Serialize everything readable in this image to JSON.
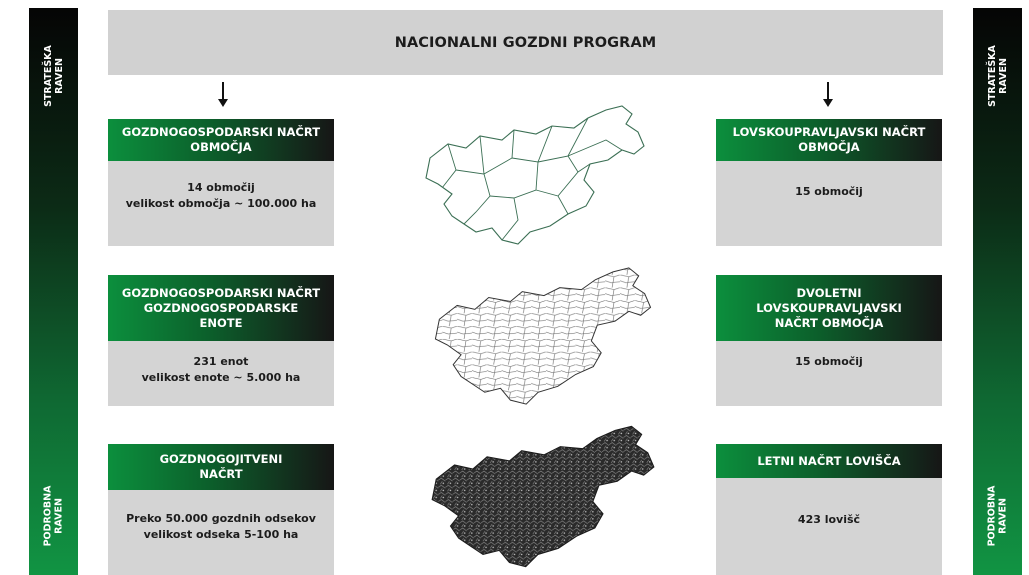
{
  "side_labels": {
    "left_top": "STRATEŠKA\nRAVEN",
    "left_bottom": "PODROBNA\nRAVEN",
    "right_top": "STRATEŠKA\nRAVEN",
    "right_bottom": "PODROBNA\nRAVEN"
  },
  "header": {
    "title": "NACIONALNI GOZDNI PROGRAM"
  },
  "left_column": [
    {
      "title_lines": [
        "GOZDNOGOSPODARSKI NAČRT",
        "OBMOČJA"
      ],
      "body_lines": [
        "14 območij",
        "velikost območja ~ 100.000 ha"
      ]
    },
    {
      "title_lines": [
        "GOZDNOGOSPODARSKI NAČRT",
        "GOZDNOGOSPODARSKE",
        "ENOTE"
      ],
      "body_lines": [
        "231 enot",
        "velikost enote ~ 5.000 ha"
      ]
    },
    {
      "title_lines": [
        "GOZDNOGOJITVENI",
        "NAČRT"
      ],
      "body_lines": [
        "Preko 50.000 gozdnih odsekov",
        "velikost odseka 5-100 ha"
      ]
    }
  ],
  "right_column": [
    {
      "title_lines": [
        "LOVSKOUPRAVLJAVSKI NAČRT",
        "OBMOČJA"
      ],
      "body_lines": [
        "15 območij"
      ]
    },
    {
      "title_lines": [
        "DVOLETNI",
        "LOVSKOUPRAVLJAVSKI",
        "NAČRT OBMOČJA"
      ],
      "body_lines": [
        "15 območij"
      ]
    },
    {
      "title_lines": [
        "LETNI NAČRT LOVIŠČA"
      ],
      "body_lines": [
        "423 lovišč"
      ]
    }
  ],
  "colors": {
    "accent_green": "#0c8f3d",
    "dark": "#161616",
    "card_gray": "#d4d4d4",
    "header_gray": "#d1d1d1"
  }
}
